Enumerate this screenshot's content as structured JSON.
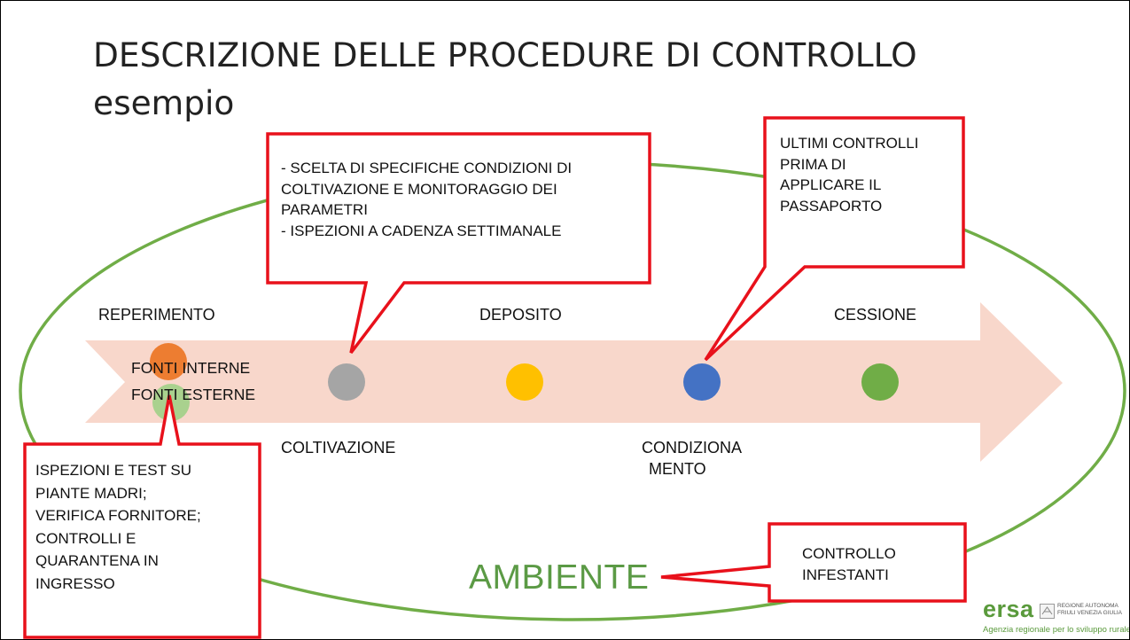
{
  "title": {
    "line1": "DESCRIZIONE DELLE PROCEDURE DI CONTROLLO",
    "line2": "esempio"
  },
  "stages": {
    "reperimento": "REPERIMENTO",
    "coltivazione": "COLTIVAZIONE",
    "deposito": "DEPOSITO",
    "condizionamento": [
      "CONDIZIONA",
      "MENTO"
    ],
    "cessione": "CESSIONE"
  },
  "sources": {
    "internal": "FONTI INTERNE",
    "external": "FONTI ESTERNE"
  },
  "callouts": {
    "cultivation": [
      "- SCELTA DI SPECIFICHE CONDIZIONI DI",
      "COLTIVAZIONE E MONITORAGGIO DEI",
      "PARAMETRI",
      "- ISPEZIONI A CADENZA SETTIMANALE"
    ],
    "final_checks": [
      "ULTIMI CONTROLLI",
      "PRIMA DI",
      "APPLICARE IL",
      "PASSAPORTO"
    ],
    "sourcing": [
      "ISPEZIONI E TEST SU",
      "PIANTE MADRI;",
      "VERIFICA FORNITORE;",
      "CONTROLLI E",
      "QUARANTENA IN",
      "INGRESSO"
    ],
    "weeds": [
      "CONTROLLO",
      "INFESTANTI"
    ]
  },
  "environment_label": "AMBIENTE",
  "logo": {
    "mark": "ersa",
    "region_line1": "REGIONE AUTONOMA",
    "region_line2": "FRIULI VENEZIA GIULIA",
    "tagline": "Agenzia regionale per lo sviluppo rurale"
  },
  "colors": {
    "arrow": "#f8d7cb",
    "ellipse": "#70ad47",
    "callout_border": "#e8111b",
    "dot_orange": "#ed7d31",
    "dot_light_green": "#a9d18e",
    "dot_gray": "#a5a5a5",
    "dot_yellow": "#ffc000",
    "dot_blue": "#4472c4",
    "dot_green": "#70ad47",
    "ambiente_text": "#5b9a45"
  }
}
